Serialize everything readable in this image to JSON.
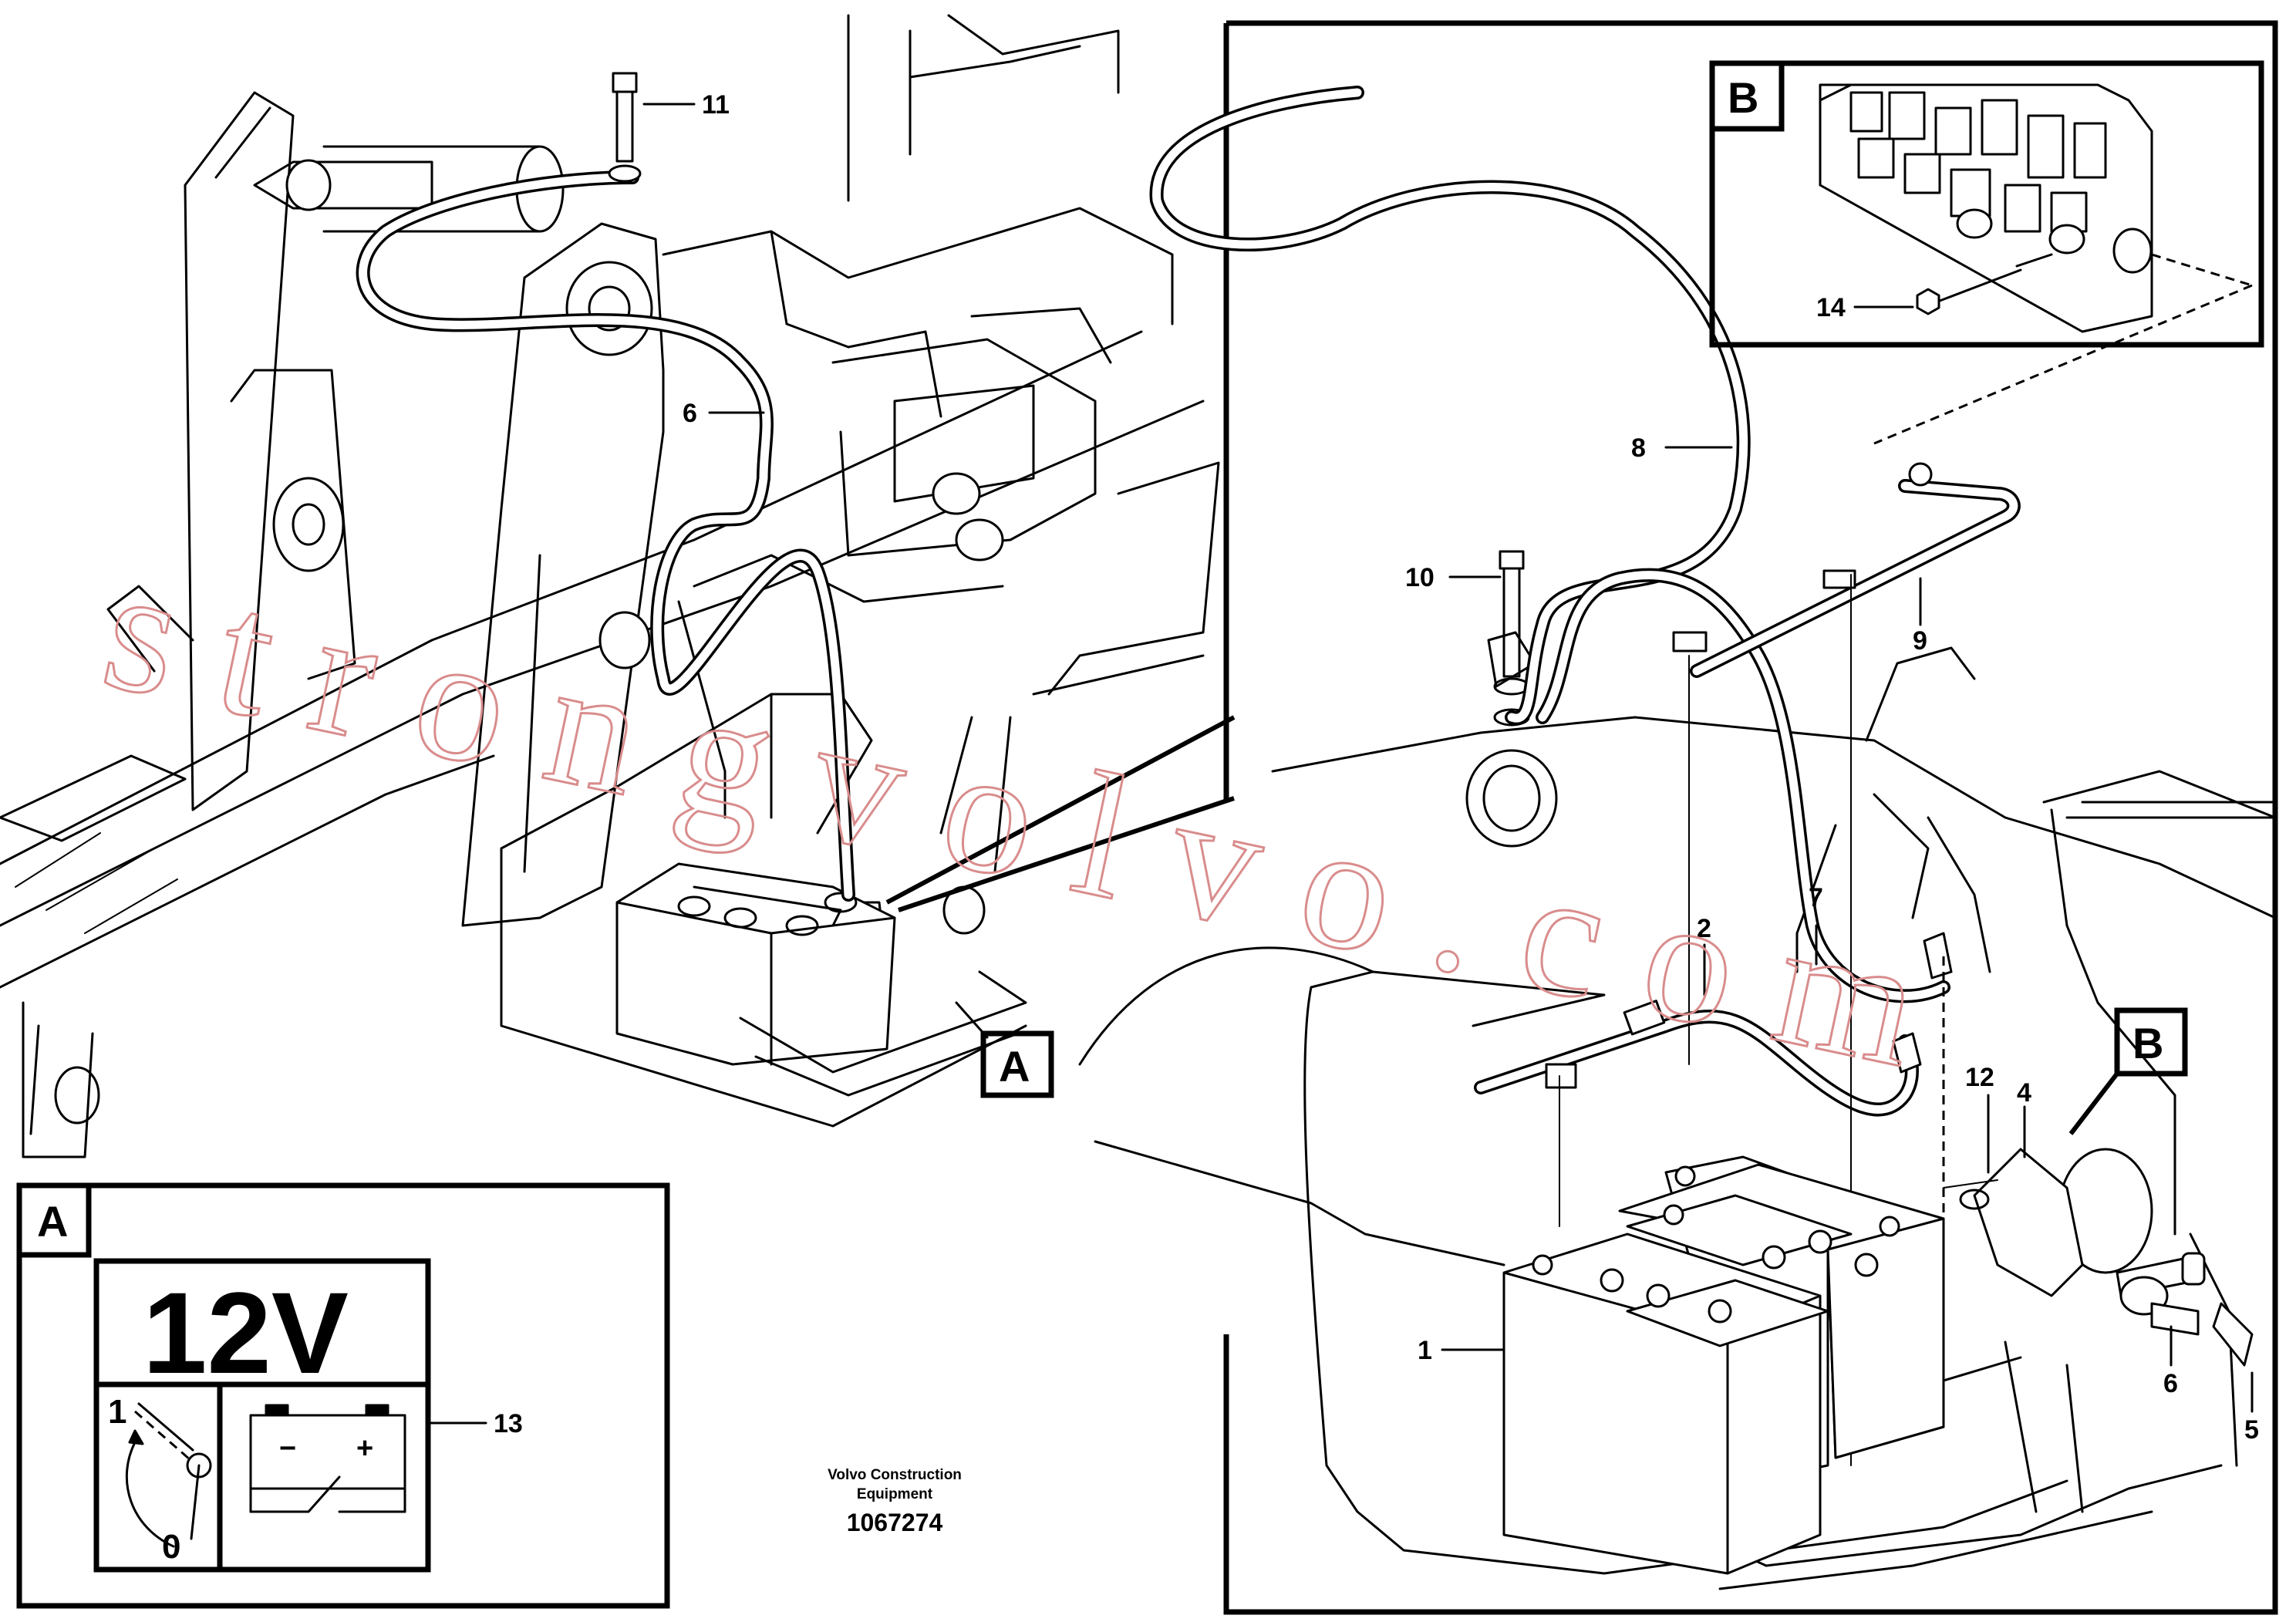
{
  "callouts": {
    "c1": "1",
    "c2": "2",
    "c4": "4",
    "c5": "5",
    "c6_left": "6",
    "c6_right": "6",
    "c7": "7",
    "c8": "8",
    "c9": "9",
    "c10": "10",
    "c11": "11",
    "c12": "12",
    "c13": "13",
    "c14": "14"
  },
  "views": {
    "view_a": "A",
    "view_b": "B"
  },
  "symbol": {
    "voltage": "12V",
    "switch_on": "1",
    "switch_off": "0",
    "minus": "−",
    "plus": "+"
  },
  "footer": {
    "publisher_line1": "Volvo Construction",
    "publisher_line2": "Equipment",
    "drawing_number": "1067274"
  },
  "watermark": "strongvolvo.com"
}
